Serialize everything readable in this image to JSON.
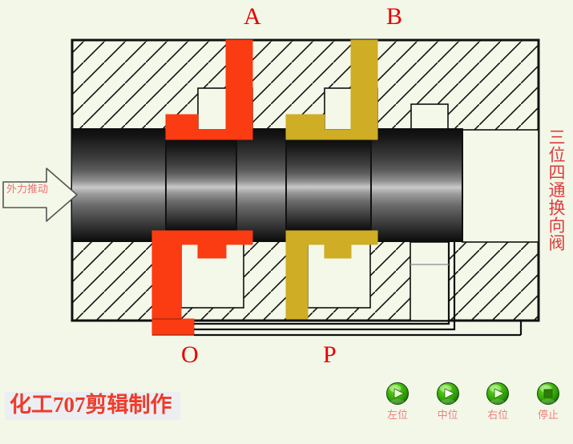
{
  "title_vertical": "三位四通换向阀",
  "watermark": "化工707剪辑制作",
  "force_arrow": {
    "label": "外力推动",
    "icon": "arrow-right-icon"
  },
  "ports": {
    "A": "A",
    "B": "B",
    "O": "O",
    "P": "P"
  },
  "colors": {
    "background": "#f2f7e8",
    "body_fill": "#f3f8e9",
    "outline": "#1a1a1a",
    "fluid_red": "#fb3b12",
    "fluid_yellow": "#cfad24",
    "label_red": "#e50000",
    "title_red": "#e03a3a",
    "watermark_red": "#ef3b2c",
    "button_green": "#2fa508",
    "button_label": "#f08080",
    "seal_black": "#111111"
  },
  "controls": [
    {
      "label": "左位",
      "icon": "play-right-icon",
      "name": "left-position-button"
    },
    {
      "label": "中位",
      "icon": "play-right-icon",
      "name": "center-position-button"
    },
    {
      "label": "右位",
      "icon": "play-right-icon",
      "name": "right-position-button"
    },
    {
      "label": "停止",
      "icon": "stop-square-icon",
      "name": "stop-button"
    }
  ],
  "chart_data": {
    "type": "diagram",
    "title": "三位四通换向阀",
    "description": "Cross-section of a 3-position 4-way directional control valve (spool valve)",
    "labels": [
      "A",
      "B",
      "O",
      "P",
      "外力推动",
      "三位四通换向阀"
    ]
  }
}
